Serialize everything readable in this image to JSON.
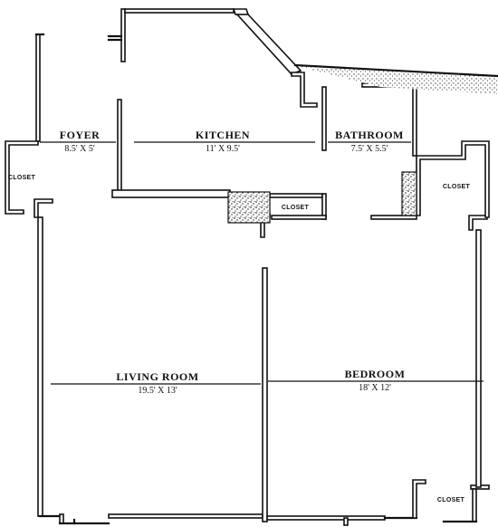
{
  "rooms": {
    "foyer": {
      "name": "FOYER",
      "size": "8.5' X 5'"
    },
    "kitchen": {
      "name": "KITCHEN",
      "size": "11' X 9.5'"
    },
    "bathroom": {
      "name": "BATHROOM",
      "size": "7.5' X 5.5'"
    },
    "living_room": {
      "name": "LIVING ROOM",
      "size": "19.5' X 13'"
    },
    "bedroom": {
      "name": "BEDROOM",
      "size": "18' X 12'"
    }
  },
  "closets": {
    "left": "CLOSET",
    "kitchen": "CLOSET",
    "bathroom_side": "CLOSET",
    "bottom_right": "CLOSET"
  }
}
